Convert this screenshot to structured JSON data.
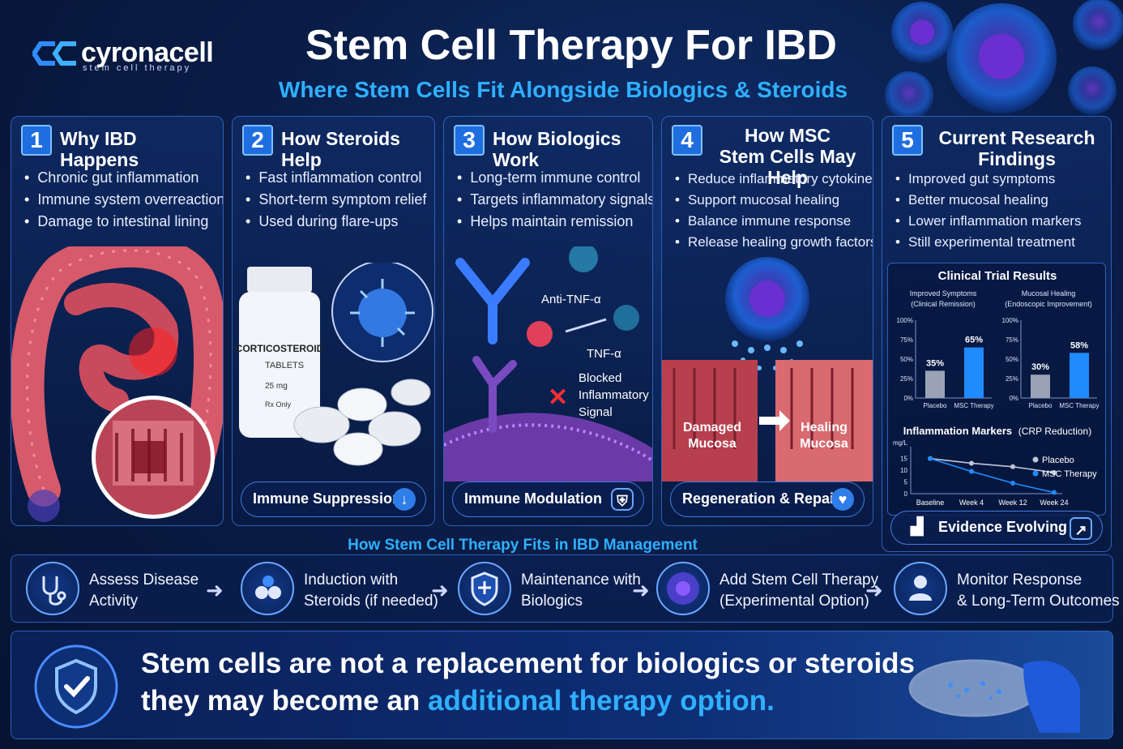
{
  "logo": {
    "name": "cyronacell",
    "tagline": "stem cell therapy"
  },
  "header": {
    "title": "Stem Cell Therapy For IBD",
    "subtitle": "Where Stem Cells Fit Alongside Biologics & Steroids"
  },
  "panels": [
    {
      "number": "1",
      "title": "Why IBD Happens",
      "bullets": [
        "Chronic gut inflammation",
        "Immune system overreaction",
        "Damage to intestinal lining"
      ]
    },
    {
      "number": "2",
      "title": "How Steroids Help",
      "bullets": [
        "Fast inflammation control",
        "Short-term symptom relief",
        "Used during flare-ups"
      ],
      "bottle_label": [
        "CORTICOSTEROID",
        "TABLETS",
        "25 mg",
        "Rx Only"
      ],
      "pill": "Immune Suppression"
    },
    {
      "number": "3",
      "title": "How Biologics Work",
      "bullets": [
        "Long-term immune control",
        "Targets inflammatory signals",
        "Helps maintain remission"
      ],
      "labels": {
        "anti_tnf": "Anti-TNF-α",
        "tnf": "TNF-α",
        "blocked": [
          "Blocked",
          "Inflammatory",
          "Signal"
        ]
      },
      "pill": "Immune Modulation"
    },
    {
      "number": "4",
      "title_lines": [
        "How MSC",
        "Stem Cells May Help"
      ],
      "bullets": [
        "Reduce inflammatory cytokines",
        "Support mucosal healing",
        "Balance immune response",
        "Release healing growth factors"
      ],
      "labels": {
        "damaged": [
          "Damaged",
          "Mucosa"
        ],
        "healing": [
          "Healing",
          "Mucosa"
        ]
      },
      "pill": "Regeneration & Repair"
    },
    {
      "number": "5",
      "title_lines": [
        "Current Research",
        "Findings"
      ],
      "bullets": [
        "Improved gut symptoms",
        "Better mucosal healing",
        "Lower inflammation markers",
        "Still experimental treatment"
      ],
      "pill": "Evidence Evolving"
    }
  ],
  "trial": {
    "title": "Clinical Trial Results",
    "markers_title": "Inflammation Markers",
    "markers_sub": "(CRP Reduction)"
  },
  "chart_data": [
    {
      "type": "bar",
      "title": "Improved Symptoms",
      "subtitle": "(Clinical Remission)",
      "categories": [
        "Placebo",
        "MSC Therapy"
      ],
      "values": [
        35,
        65
      ],
      "value_labels": [
        "35%",
        "65%"
      ],
      "yticks": [
        "100%",
        "75%",
        "50%",
        "25%",
        "0%"
      ],
      "ylim": [
        0,
        100
      ],
      "colors": [
        "#9aa3b5",
        "#1f8bff"
      ]
    },
    {
      "type": "bar",
      "title": "Mucosal Healing",
      "subtitle": "(Endoscopic Improvement)",
      "categories": [
        "Placebo",
        "MSC Therapy"
      ],
      "values": [
        30,
        58
      ],
      "value_labels": [
        "30%",
        "58%"
      ],
      "yticks": [
        "100%",
        "75%",
        "50%",
        "25%",
        "0%"
      ],
      "ylim": [
        0,
        100
      ],
      "colors": [
        "#9aa3b5",
        "#1f8bff"
      ]
    },
    {
      "type": "line",
      "title": "Inflammation Markers (CRP Reduction)",
      "ylabel": "mg/L",
      "x": [
        "Baseline",
        "Week 4",
        "Week 12",
        "Week 24"
      ],
      "yticks": [
        "15",
        "10",
        "5",
        "0"
      ],
      "ylim": [
        0,
        18
      ],
      "series": [
        {
          "name": "Placebo",
          "values": [
            15,
            13,
            11.5,
            9
          ],
          "color": "#bfc6d6"
        },
        {
          "name": "MSC Therapy",
          "values": [
            15,
            9.5,
            4.5,
            0.5
          ],
          "color": "#1f8bff"
        }
      ]
    }
  ],
  "flow": {
    "title": "How Stem Cell Therapy Fits in IBD Management",
    "steps": [
      {
        "line1": "Assess Disease",
        "line2": "Activity"
      },
      {
        "line1": "Induction with",
        "line2": "Steroids (if needed)"
      },
      {
        "line1": "Maintenance with",
        "line2": "Biologics"
      },
      {
        "line1": "Add Stem Cell Therapy",
        "line2": "(Experimental Option)"
      },
      {
        "line1": "Monitor Response",
        "line2": "& Long-Term Outcomes"
      }
    ]
  },
  "banner": {
    "line1": "Stem cells are not a replacement for biologics or steroids",
    "line2_prefix": "they may become an ",
    "line2_highlight": "additional therapy option."
  }
}
